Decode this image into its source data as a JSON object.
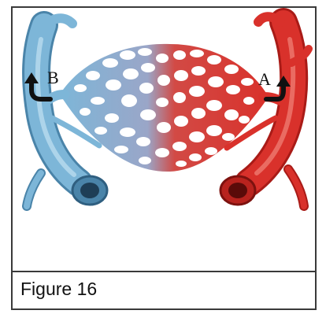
{
  "figure": {
    "caption": "Figure 16"
  },
  "diagram": {
    "labels": {
      "a": "A",
      "b": "B"
    },
    "colors": {
      "artery_red": "#d9312b",
      "artery_red_dark": "#a91b17",
      "vein_blue": "#7db6d8",
      "vein_blue_dark": "#4a84a9",
      "capillary_mid": "#b86c8a",
      "arrow": "#111111",
      "frame": "#3a3a3a"
    }
  }
}
